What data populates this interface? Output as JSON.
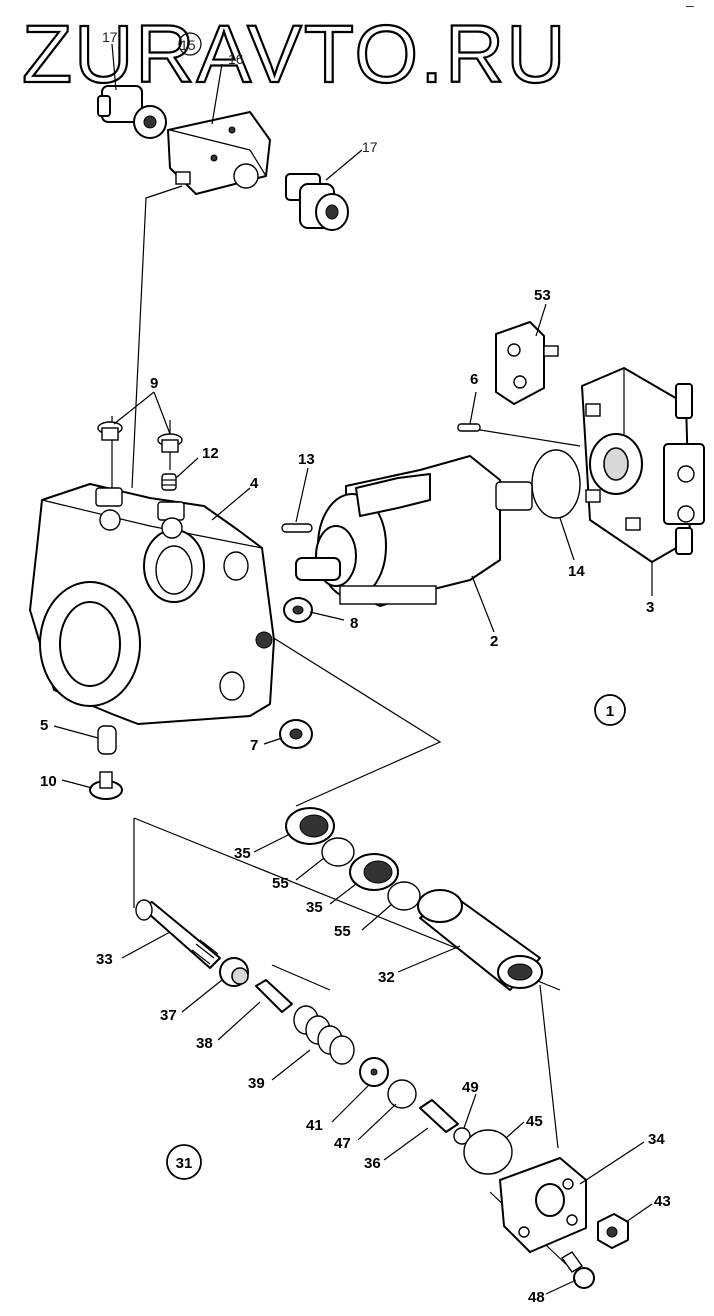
{
  "watermark": "ZURAVTO.RU",
  "corner_mark": "–",
  "assembly_labels": [
    "1",
    "31"
  ],
  "callouts": {
    "c17a": "17",
    "c15": "15",
    "c16": "16",
    "c17b": "17",
    "c53": "53",
    "c6": "6",
    "c9": "9",
    "c12": "12",
    "c13": "13",
    "c4": "4",
    "c14": "14",
    "c3": "3",
    "c2": "2",
    "c8": "8",
    "c5": "5",
    "c7": "7",
    "c10": "10",
    "c35a": "35",
    "c55a": "55",
    "c35b": "35",
    "c55b": "55",
    "c32": "32",
    "c33": "33",
    "c37": "37",
    "c38": "38",
    "c39": "39",
    "c41": "41",
    "c47": "47",
    "c49": "49",
    "c45": "45",
    "c36": "36",
    "c34": "34",
    "c43": "43",
    "c48": "48"
  }
}
